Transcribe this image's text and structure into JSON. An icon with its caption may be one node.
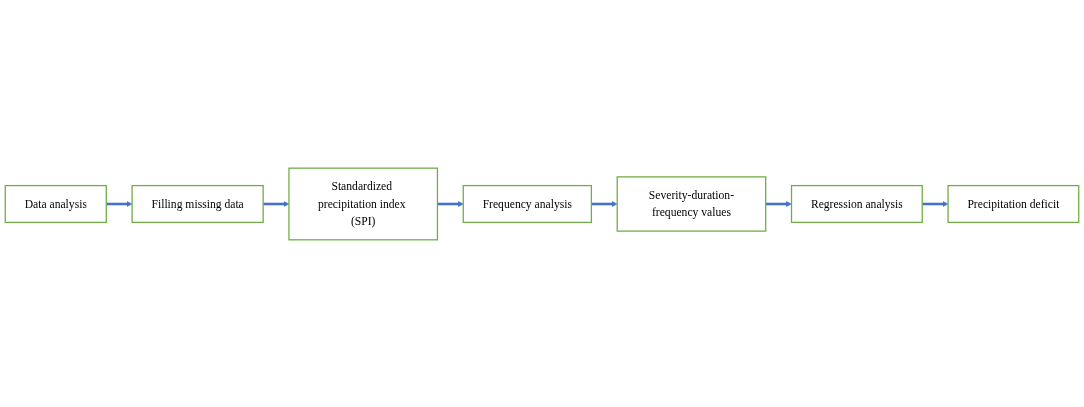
{
  "diagram": {
    "nodes": [
      {
        "text": [
          "Data analysis"
        ]
      },
      {
        "text": [
          "Filling missing data"
        ]
      },
      {
        "text": [
          "Standardized precipitation index (SPI)"
        ]
      },
      {
        "text": [
          "Frequency analysis"
        ]
      },
      {
        "text": [
          "Severity-duration-frequency values"
        ]
      },
      {
        "text": [
          "Regression analysis"
        ]
      },
      {
        "text": [
          "Precipitation deficit"
        ]
      }
    ],
    "edges": [
      {
        "from": 0,
        "to": 1,
        "arrow": "to"
      },
      {
        "from": 1,
        "to": 2,
        "arrow": "to"
      },
      {
        "from": 2,
        "to": 3,
        "arrow": "to"
      },
      {
        "from": 3,
        "to": 4,
        "arrow": "to"
      },
      {
        "from": 4,
        "to": 5,
        "arrow": "to"
      },
      {
        "from": 5,
        "to": 6,
        "arrow": "to"
      }
    ]
  }
}
